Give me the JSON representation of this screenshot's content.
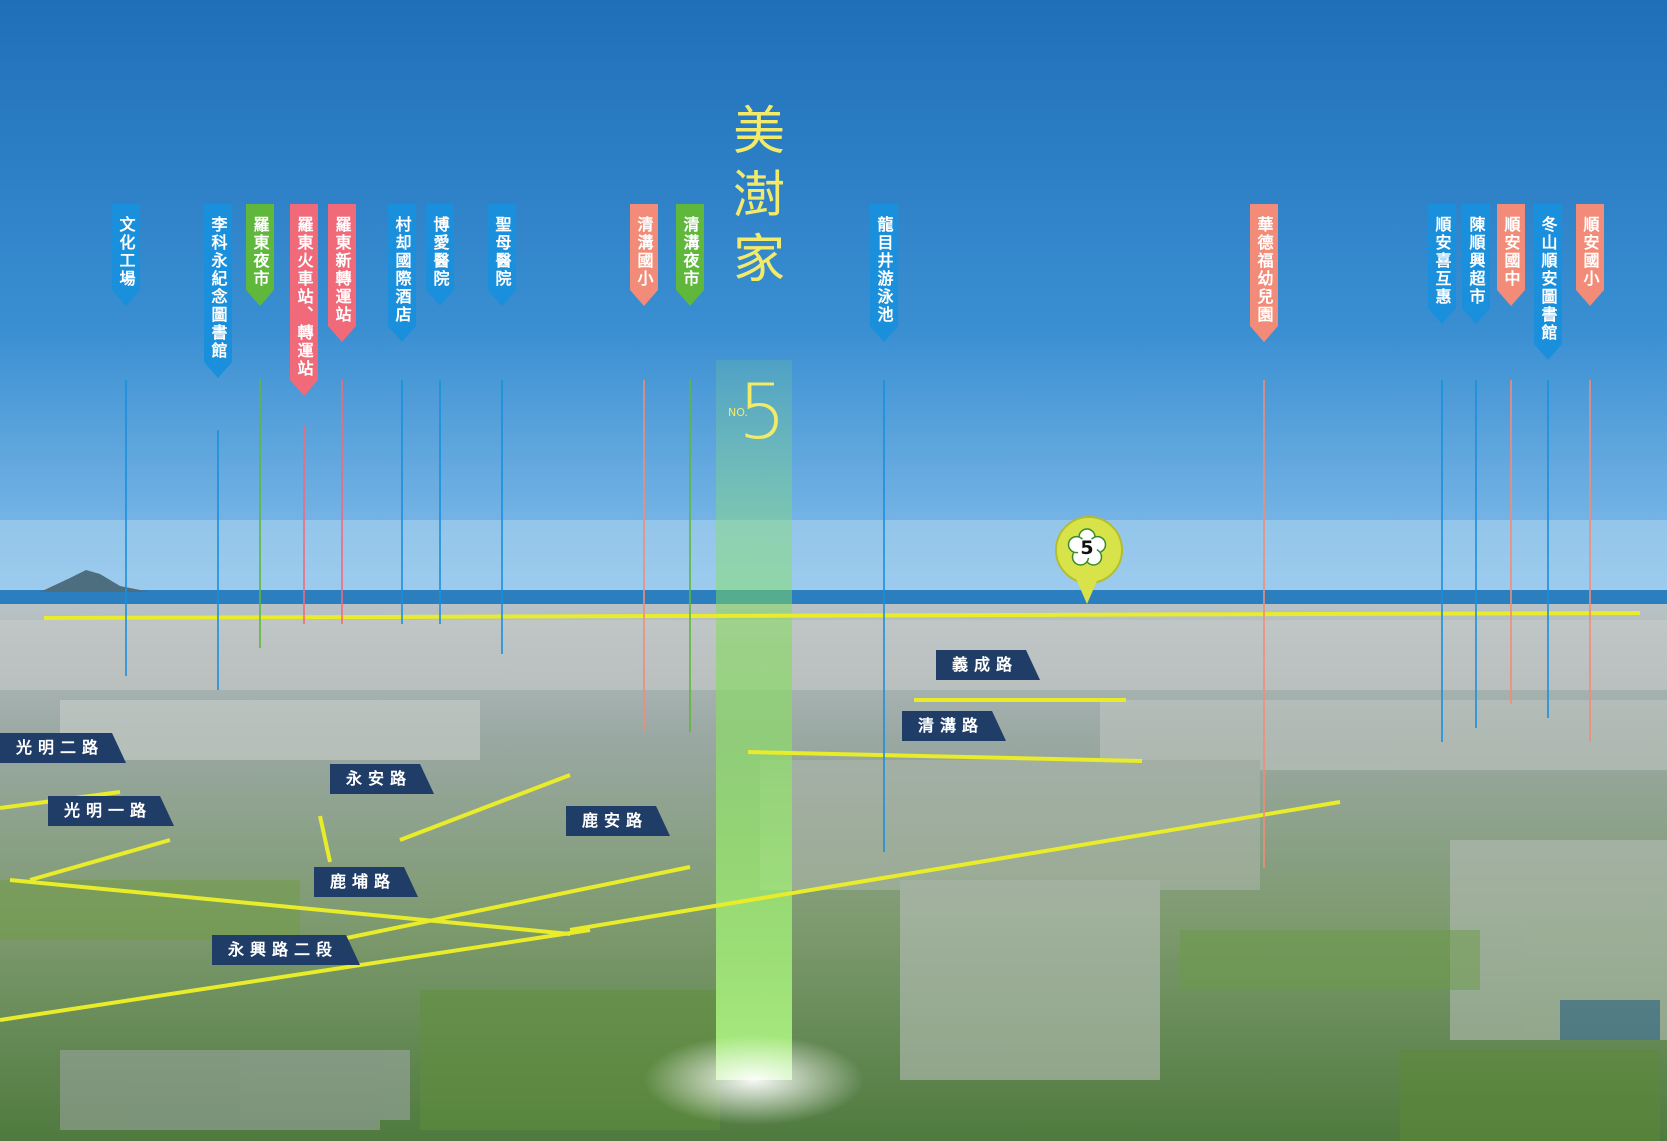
{
  "title": {
    "chars": [
      "美",
      "澍",
      "家"
    ],
    "no_label": "NO.",
    "number": "5"
  },
  "marker": {
    "label": "5",
    "color": "#d8e34a"
  },
  "colors": {
    "blue": "#1a8fdc",
    "green": "#5fb73b",
    "pink": "#f06a7a",
    "salmon": "#f28c78",
    "road_line": "#e8ec2a",
    "road_tag": "#1f3d66",
    "title": "#f3ea6a"
  },
  "poi_labels": [
    {
      "text": "文化工場",
      "color": "blue"
    },
    {
      "text": "李科永紀念圖書館",
      "color": "blue"
    },
    {
      "text": "羅東夜市",
      "color": "green"
    },
    {
      "text": "羅東火車站、轉運站",
      "color": "pink"
    },
    {
      "text": "羅東新轉運站",
      "color": "pink"
    },
    {
      "text": "村却國際酒店",
      "color": "blue"
    },
    {
      "text": "博愛醫院",
      "color": "blue"
    },
    {
      "text": "聖母醫院",
      "color": "blue"
    },
    {
      "text": "清溝國小",
      "color": "salmon"
    },
    {
      "text": "清溝夜市",
      "color": "green"
    },
    {
      "text": "龍目井游泳池",
      "color": "blue"
    },
    {
      "text": "華德福幼兒園",
      "color": "salmon"
    },
    {
      "text": "順安喜互惠",
      "color": "blue"
    },
    {
      "text": "陳順興超市",
      "color": "blue"
    },
    {
      "text": "順安國中",
      "color": "salmon"
    },
    {
      "text": "冬山順安圖書館",
      "color": "blue"
    },
    {
      "text": "順安國小",
      "color": "salmon"
    }
  ],
  "roads": [
    {
      "label": "義成路"
    },
    {
      "label": "清溝路"
    },
    {
      "label": "光明二路"
    },
    {
      "label": "光明一路"
    },
    {
      "label": "永安路"
    },
    {
      "label": "鹿安路"
    },
    {
      "label": "鹿埔路"
    },
    {
      "label": "永興路二段"
    }
  ]
}
